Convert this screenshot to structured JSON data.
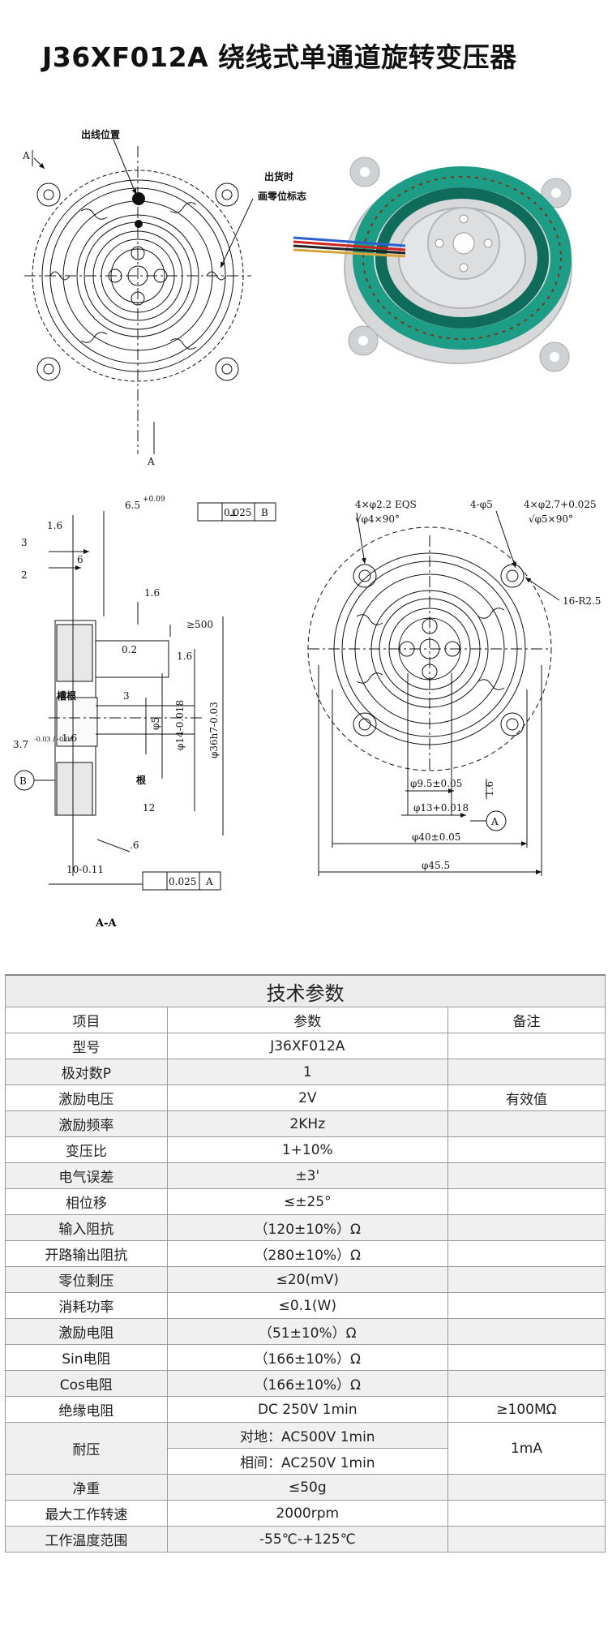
{
  "title": "J36XF012A 绕线式单通道旋转变压器",
  "drawing": {
    "labels": {
      "outlet_position": "出线位置",
      "zero_mark_1": "出货时",
      "zero_mark_2": "画零位标志",
      "section_a": "A",
      "section_b": "B",
      "section_caption": "A-A",
      "groove": "槽根",
      "root": "根"
    },
    "dims": {
      "d1": "6.5",
      "d1_tol": "+0.09",
      "flatness_top": "0.025",
      "flat_ref_top": "B",
      "d_1_6a": "1.6",
      "d_3": "3",
      "d_6": "6",
      "d_2": "2",
      "d_1_6b": "1.6",
      "wire_len": "≥500",
      "d_0_2": "0.2",
      "d_1_6c": "1.6",
      "d_3b": "3",
      "phi5": "φ5",
      "phi14": "φ14-0.018",
      "phi36": "φ36h7-0.03",
      "d_3_7": "3.7",
      "d_3_7_tol": "-0.03 / -0.06",
      "d_1_6d": "1.6",
      "d_12": "12",
      "d_06": ".6",
      "d_10": "10-0.11",
      "flatness_bottom": "0.025",
      "flat_ref_bottom": "A",
      "holes_1": "4×φ2.2 EQS",
      "holes_1b": "√φ4×90°",
      "holes_2": "4-φ5",
      "holes_3": "4×φ2.7+0.025",
      "holes_3b": "√φ5×90°",
      "r25": "16-R2.5",
      "phi9_5": "φ9.5±0.05",
      "phi13": "φ13+0.018",
      "d_1_6e": "1.6",
      "phi40": "φ40±0.05",
      "phi45": "φ45.5",
      "datum_a": "A"
    }
  },
  "table": {
    "caption": "技术参数",
    "headers": [
      "项目",
      "参数",
      "备注"
    ],
    "rows": [
      {
        "item": "型号",
        "value": "J36XF012A",
        "note": ""
      },
      {
        "item": "极对数P",
        "value": "1",
        "note": ""
      },
      {
        "item": "激励电压",
        "value": "2V",
        "note": "有效值"
      },
      {
        "item": "激励频率",
        "value": "2KHz",
        "note": ""
      },
      {
        "item": "变压比",
        "value": "1+10%",
        "note": ""
      },
      {
        "item": "电气误差",
        "value": "±3'",
        "note": ""
      },
      {
        "item": "相位移",
        "value": "≤±25°",
        "note": ""
      },
      {
        "item": "输入阻抗",
        "value": "（120±10%）Ω",
        "note": ""
      },
      {
        "item": "开路输出阻抗",
        "value": "（280±10%）Ω",
        "note": ""
      },
      {
        "item": "零位剩压",
        "value": "≤20(mV)",
        "note": ""
      },
      {
        "item": "消耗功率",
        "value": "≤0.1(W)",
        "note": ""
      },
      {
        "item": "激励电阻",
        "value": "（51±10%）Ω",
        "note": ""
      },
      {
        "item": "Sin电阻",
        "value": "（166±10%）Ω",
        "note": ""
      },
      {
        "item": "Cos电阻",
        "value": "（166±10%）Ω",
        "note": ""
      },
      {
        "item": "绝缘电阻",
        "value": "DC 250V 1min",
        "note": "≥100MΩ"
      }
    ],
    "withstand": {
      "item": "耐压",
      "value_1": "对地：AC500V 1min",
      "value_2": "相间：AC250V 1min",
      "note": "1mA"
    },
    "rows_after": [
      {
        "item": "净重",
        "value": "≤50g",
        "note": ""
      },
      {
        "item": "最大工作转速",
        "value": "2000rpm",
        "note": ""
      },
      {
        "item": "工作温度范围",
        "value": "-55℃-+125℃",
        "note": ""
      }
    ]
  }
}
